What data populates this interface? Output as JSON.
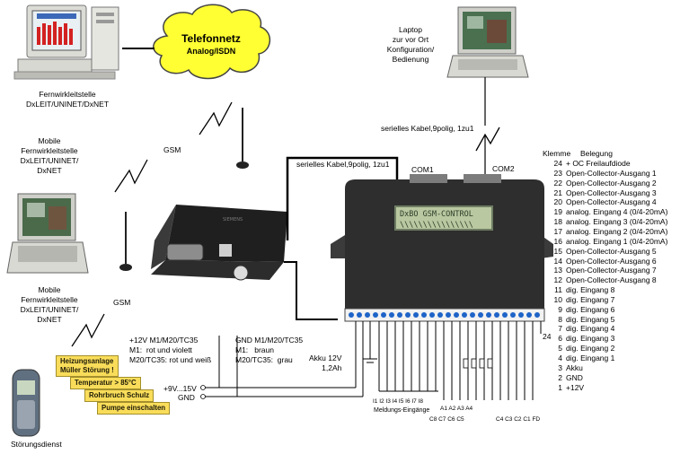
{
  "cloud": {
    "title": "Telefonnetz",
    "subtitle": "Analog/ISDN"
  },
  "stations": {
    "remote_pc": "Fernwirkleitstelle\nDxLEIT/UNINET/DxNET",
    "mobile_1": "Mobile\nFernwirkleitstelle\nDxLEIT/UNINET/\nDxNET",
    "mobile_2": "Mobile\nFernwirkleitstelle\nDxLEIT/UNINET/\nDxNET",
    "laptop": "Laptop\nzur vor Ort\nKonfiguration/\nBedienung",
    "service": "Störungsdienst"
  },
  "gsm": {
    "label_1": "GSM",
    "label_2": "GSM"
  },
  "cables": {
    "serial_1": "serielles Kabel,9polig, 1zu1",
    "serial_2": "serielles Kabel,9polig, 1zu1",
    "com1": "COM1",
    "com2": "COM2"
  },
  "device": {
    "lcd_line1": "DxBO GSM-CONTROL",
    "lcd_line2": "\\\\\\\\\\\\\\\\\\\\\\\\\\\\\\\\"
  },
  "wiring": {
    "plus_m1": "+12V M1/M20/TC35\nM1:  rot und violett\nM20/TC35: rot und weiß",
    "gnd_m1": "GND M1/M20/TC35\nM1:   braun\nM20/TC35:  grau",
    "supply": "+9V...15V",
    "gnd": "GND",
    "battery": "Akku 12V\n1,2Ah",
    "inputs": "I1 I2 I3 I4 I5 I6 I7 I8",
    "inputs_caption": "Meldungs-Eingänge",
    "analog": "A1 A2 A3 A4",
    "oc_left": "C8 C7 C6 C5",
    "oc_right": "C4 C3 C2 C1 FD",
    "terminal_24": "24"
  },
  "terminals": {
    "header_left": "Klemme",
    "header_right": "Belegung",
    "rows": [
      {
        "n": "24",
        "t": "+ OC Freilaufdiode"
      },
      {
        "n": "23",
        "t": "Open-Collector-Ausgang 1"
      },
      {
        "n": "22",
        "t": "Open-Collector-Ausgang 2"
      },
      {
        "n": "21",
        "t": "Open-Collector-Ausgang 3"
      },
      {
        "n": "20",
        "t": "Open-Collector-Ausgang 4"
      },
      {
        "n": "19",
        "t": "analog. Eingang 4 (0/4-20mA)"
      },
      {
        "n": "18",
        "t": "analog. Eingang 3 (0/4-20mA)"
      },
      {
        "n": "17",
        "t": "analog. Eingang 2 (0/4-20mA)"
      },
      {
        "n": "16",
        "t": "analog. Eingang 1 (0/4-20mA)"
      },
      {
        "n": "15",
        "t": "Open-Collector-Ausgang 5"
      },
      {
        "n": "14",
        "t": "Open-Collector-Ausgang 6"
      },
      {
        "n": "13",
        "t": "Open-Collector-Ausgang 7"
      },
      {
        "n": "12",
        "t": "Open-Collector-Ausgang 8"
      },
      {
        "n": "11",
        "t": "dig. Eingang 8"
      },
      {
        "n": "10",
        "t": "dig. Eingang 7"
      },
      {
        "n": "9",
        "t": "dig. Eingang 6"
      },
      {
        "n": "8",
        "t": "dig. Eingang 5"
      },
      {
        "n": "7",
        "t": "dig. Eingang 4"
      },
      {
        "n": "6",
        "t": "dig. Eingang 3"
      },
      {
        "n": "5",
        "t": "dig. Eingang 2"
      },
      {
        "n": "4",
        "t": "dig. Eingang 1"
      },
      {
        "n": "3",
        "t": "Akku"
      },
      {
        "n": "2",
        "t": "GND"
      },
      {
        "n": "1",
        "t": "+12V"
      }
    ]
  },
  "phone_messages": [
    "Heizungsanlage\nMüller Störung !",
    "Temperatur > 85°C",
    "Rohrbruch Schulz",
    "Pumpe einschalten"
  ]
}
